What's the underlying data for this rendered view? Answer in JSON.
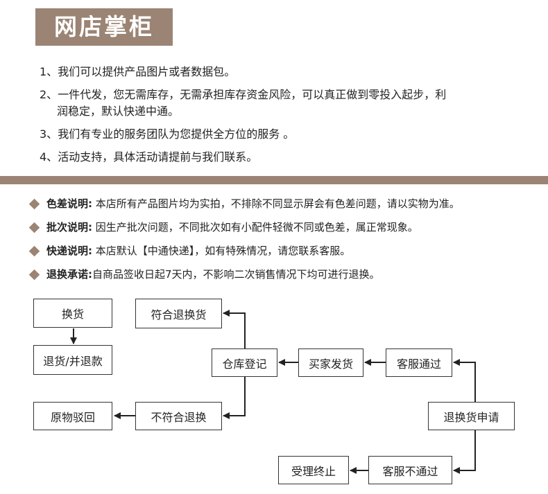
{
  "header": {
    "title": "网店掌柜"
  },
  "intro": [
    {
      "num": "1、",
      "text": "我们可以提供产品图片或者数据包。"
    },
    {
      "num": "2、",
      "text": "一件代发，您无需库存，无需承担库存资金风险，可以真正做到零投入起步，利",
      "cont": "润稳定，默认快递中通。"
    },
    {
      "num": "3、",
      "text": "我们有专业的服务团队为您提供全方位的服务 。"
    },
    {
      "num": "4、",
      "text": "活动支持，具体活动请提前与我们联系。"
    }
  ],
  "notes": [
    {
      "label": "色差说明:",
      "text": " 本店所有产品图片均为实拍，不排除不同显示屏会有色差问题，请以实物为准。"
    },
    {
      "label": "批次说明:",
      "text": " 因生产批次问题，不同批次如有小配件轻微不同或色差，属正常现象。"
    },
    {
      "label": "快递说明:",
      "text": " 本店默认【中通快递】，如有特殊情况，请您联系客服。"
    },
    {
      "label": "退换承诺:",
      "text": "自商品签收日起7天内，不影响二次销售情况下均可进行退换。"
    }
  ],
  "flow": {
    "exchange": "换货",
    "refund": "退货/并退款",
    "qualified": "符合退换货",
    "warehouse": "仓库登记",
    "buyer_ship": "买家发货",
    "cs_pass": "客服通过",
    "apply": "退换货申请",
    "unqualified": "不符合退换",
    "return_orig": "原物驳回",
    "cs_reject": "客服不通过",
    "terminate": "受理终止"
  },
  "colors": {
    "accent": "#9b8474",
    "line": "#333333"
  }
}
